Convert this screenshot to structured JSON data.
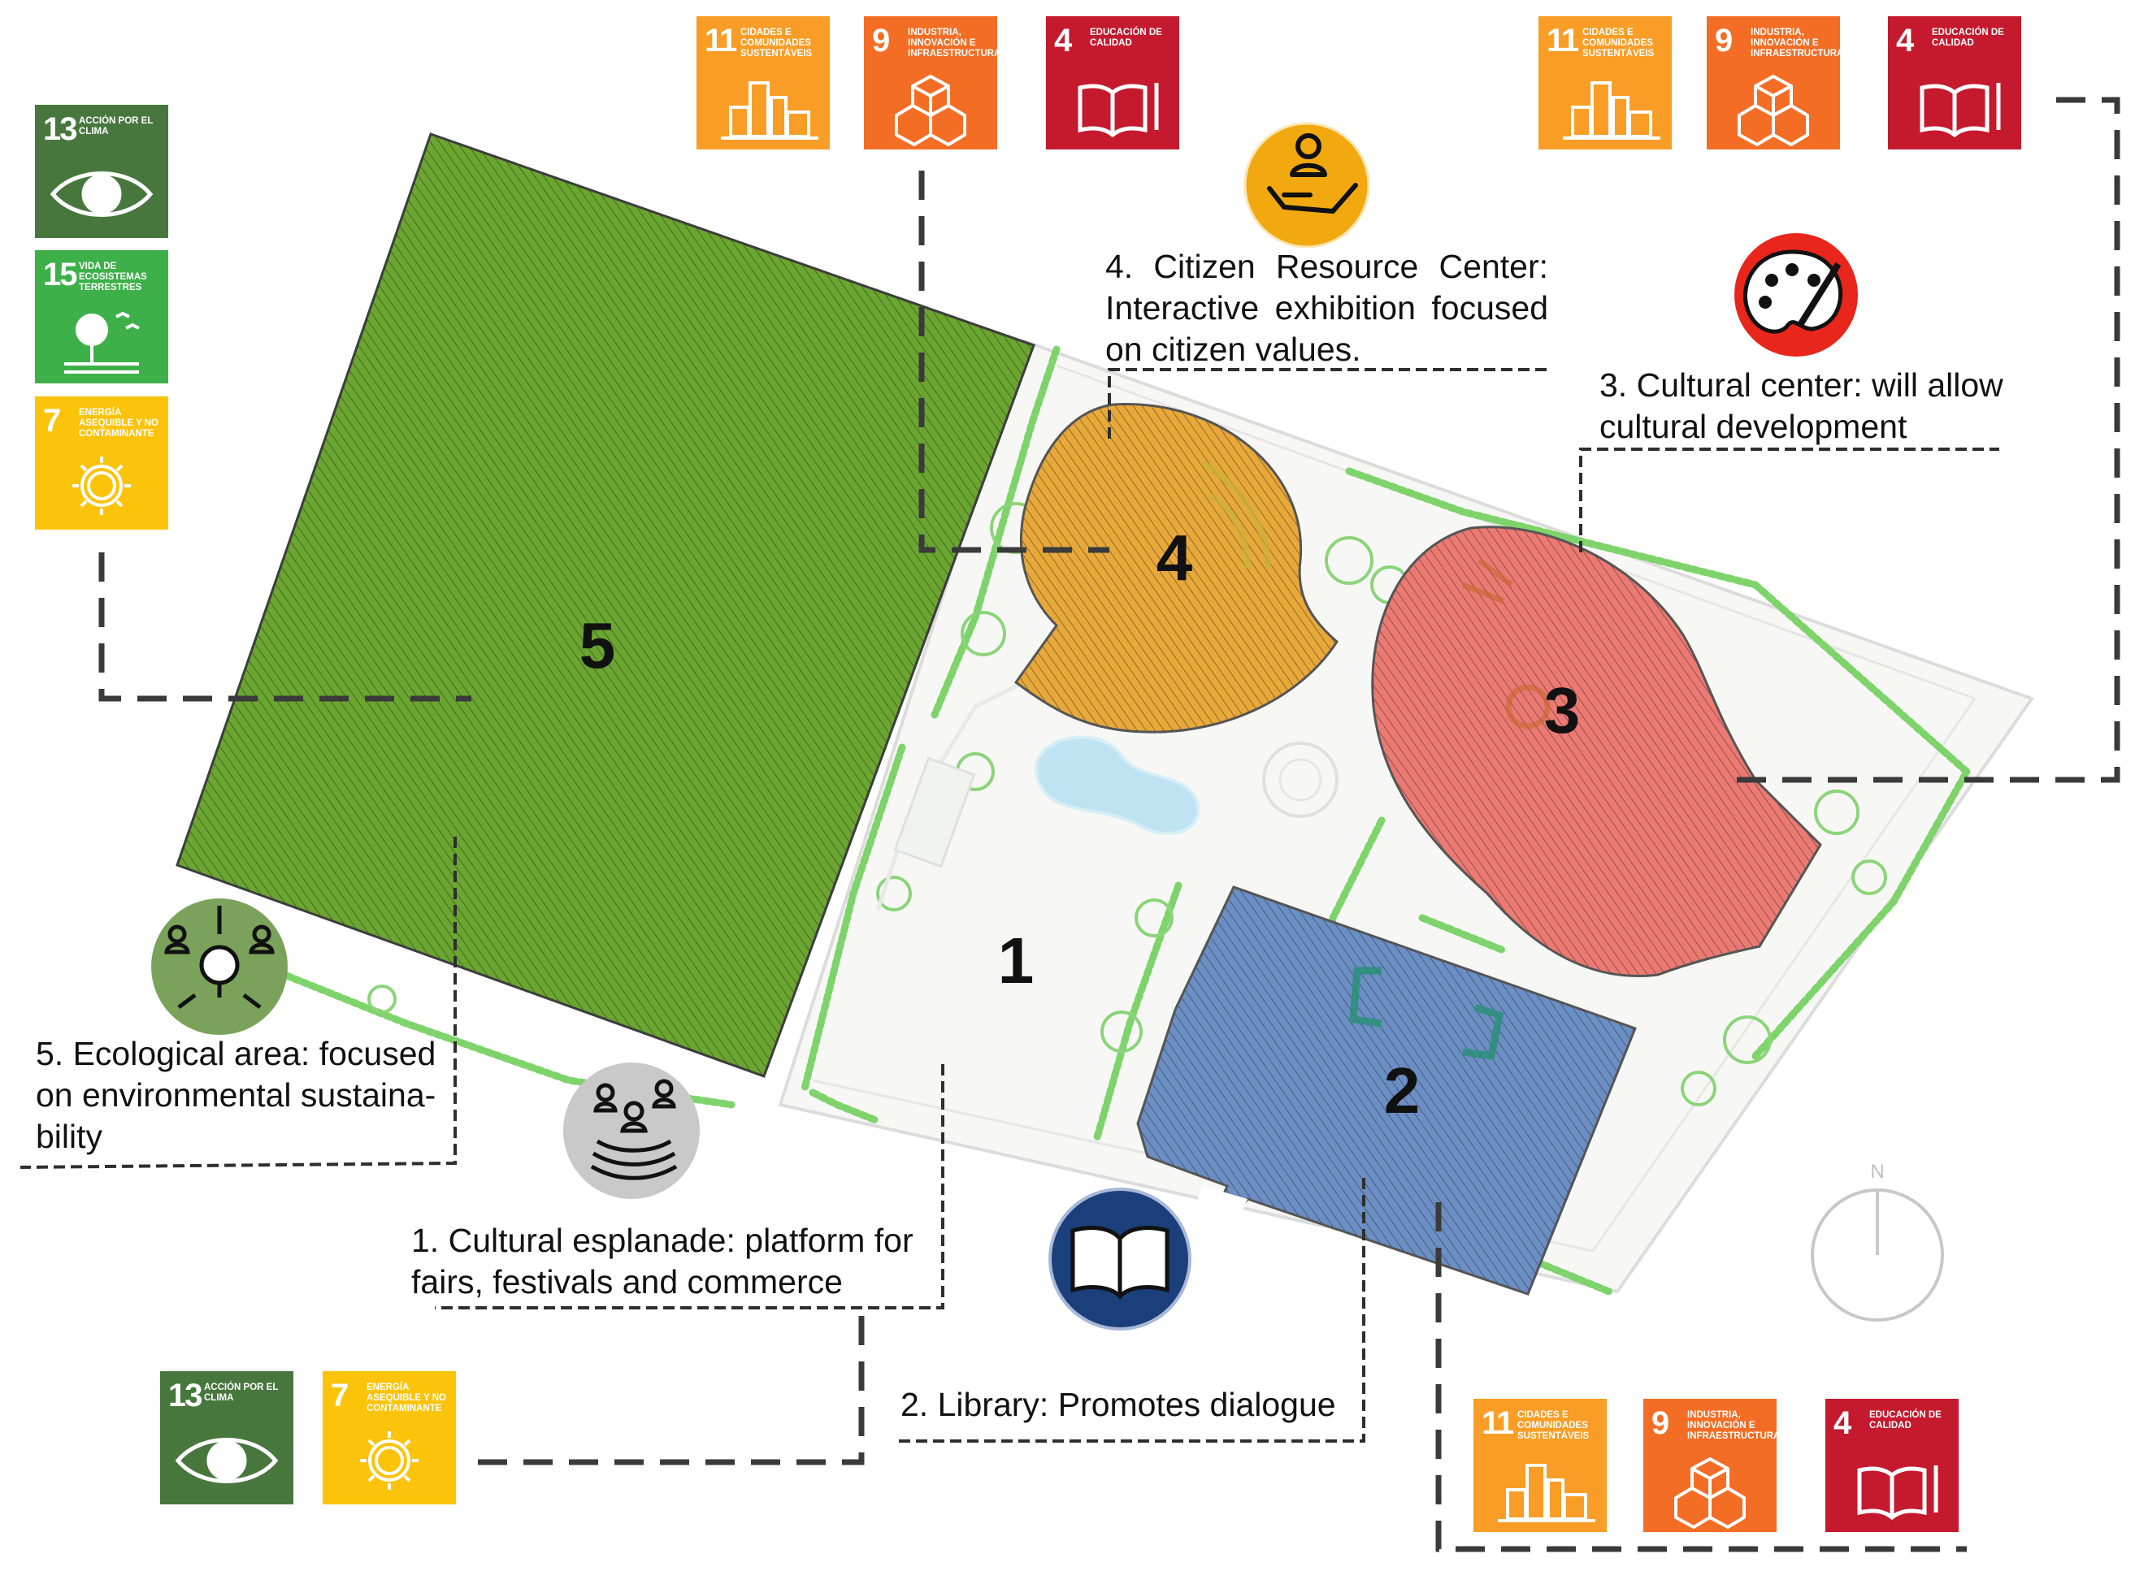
{
  "zones": {
    "z1": "1",
    "z2": "2",
    "z3": "3",
    "z4": "4",
    "z5": "5"
  },
  "labels": {
    "l4": [
      "4. Citizen Resource Center:",
      "Interactive exhibition focused",
      "on citizen values."
    ],
    "l3": [
      "3. Cultural center: will allow",
      "cultural development"
    ],
    "l5": [
      "5. Ecological area: focused",
      "on environmental sustaina-",
      "bility"
    ],
    "l1": [
      "1. Cultural esplanade: platform for",
      "fairs, festivals and commerce"
    ],
    "l2": [
      "2. Library: Promotes dialogue"
    ]
  },
  "sdg": {
    "g11": {
      "number": "11",
      "text": "Cidades e comunidades sustentáveis",
      "color": "#F99D26"
    },
    "g9": {
      "number": "9",
      "text": "Industria, innovación e infraestructura",
      "color": "#F36D25"
    },
    "g4": {
      "number": "4",
      "text": "Educación de calidad",
      "color": "#C5192D"
    },
    "g13": {
      "number": "13",
      "text": "Acción por el clima",
      "color": "#48773E"
    },
    "g15": {
      "number": "15",
      "text": "Vida de ecosistemas terrestres",
      "color": "#3EB049"
    },
    "g7": {
      "number": "7",
      "text": "Energía asequible y no contaminante",
      "color": "#FCC30B"
    }
  },
  "compass": {
    "north": "N"
  },
  "colors": {
    "ecological": "#6aa630",
    "citizen": "#e8a93a",
    "cultural": "#ec7a73",
    "library": "#6b8fc4",
    "vegetation": "#7ed36a"
  }
}
